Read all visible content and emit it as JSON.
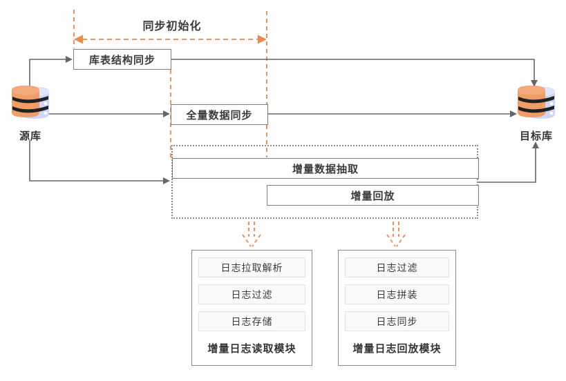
{
  "phase": {
    "label": "同步初始化"
  },
  "databases": {
    "source": {
      "label": "源库"
    },
    "target": {
      "label": "目标库"
    }
  },
  "steps": {
    "schema_sync": "库表结构同步",
    "full_data_sync": "全量数据同步",
    "incremental_extract": "增量数据抽取",
    "incremental_replay": "增量回放"
  },
  "modules": {
    "log_reader": {
      "label": "增量日志读取模块",
      "steps": [
        "日志拉取解析",
        "日志过滤",
        "日志存储"
      ]
    },
    "log_replayer": {
      "label": "增量日志回放模块",
      "steps": [
        "日志过滤",
        "日志拼装",
        "日志同步"
      ]
    }
  },
  "colors": {
    "dashed_orange": "#EE9160",
    "arrowhead_orange": "#ED8A4D",
    "line_gray": "#666666",
    "text_dark": "#3A3A3A",
    "db_blue": "#CDD6F9",
    "db_orange": "#F09A5E"
  }
}
